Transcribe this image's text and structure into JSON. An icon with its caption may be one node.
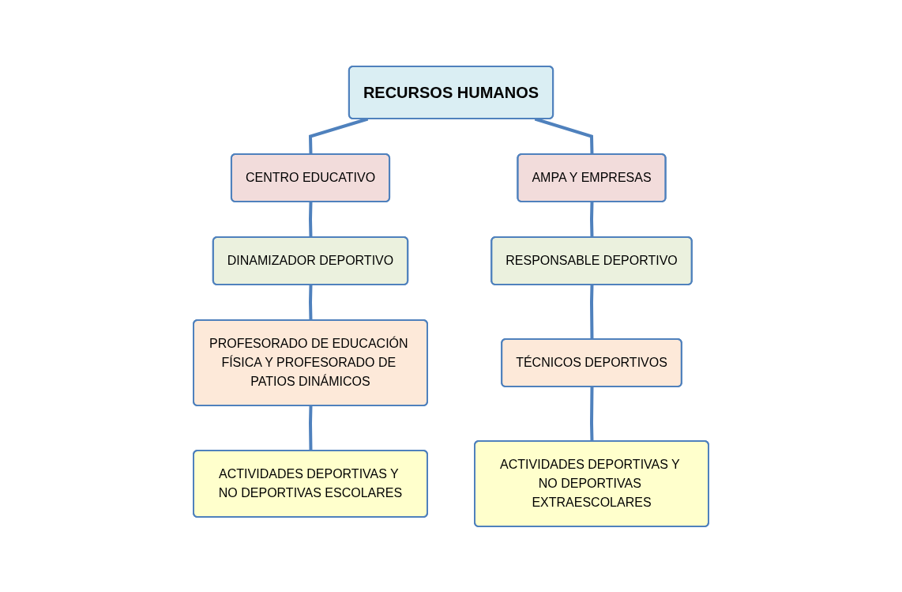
{
  "diagram": {
    "nodes": [
      {
        "text": [
          "RECURSOS HUMANOS"
        ]
      },
      {
        "text": [
          "CENTRO EDUCATIVO"
        ]
      },
      {
        "text": [
          "AMPA Y EMPRESAS"
        ]
      },
      {
        "text": [
          "DINAMIZADOR DEPORTIVO"
        ]
      },
      {
        "text": [
          "PROFESORADO DE EDUCACIÓN FÍSICA Y PROFESORADO DE PATIOS DINÁMICOS"
        ]
      },
      {
        "text": [
          "ACTIVIDADES DEPORTIVAS Y NO DEPORTIVAS ESCOLARES"
        ]
      },
      {
        "text": [
          "RESPONSABLE DEPORTIVO"
        ]
      },
      {
        "text": [
          "TÉCNICOS DEPORTIVOS"
        ]
      },
      {
        "text": [
          "ACTIVIDADES DEPORTIVAS Y NO DEPORTIVAS EXTRAESCOLARES"
        ]
      }
    ],
    "edges": [
      {
        "from": 0,
        "to": 1,
        "arrow": "none"
      },
      {
        "from": 0,
        "to": 2,
        "arrow": "none"
      },
      {
        "from": 1,
        "to": 3,
        "arrow": "none"
      },
      {
        "from": 3,
        "to": 4,
        "arrow": "none"
      },
      {
        "from": 4,
        "to": 5,
        "arrow": "none"
      },
      {
        "from": 2,
        "to": 6,
        "arrow": "none"
      },
      {
        "from": 6,
        "to": 7,
        "arrow": "none"
      },
      {
        "from": 7,
        "to": 8,
        "arrow": "none"
      }
    ]
  }
}
